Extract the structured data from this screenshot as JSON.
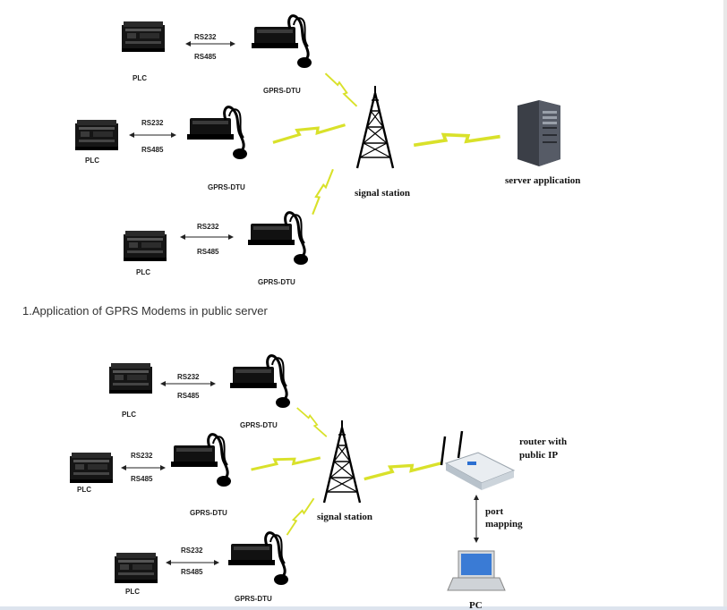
{
  "caption": "1.Application of GPRS Modems in public server",
  "labels": {
    "plc": "PLC",
    "dtu": "GPRS-DTU",
    "rs232": "RS232",
    "rs485": "RS485",
    "signal_station": "signal station",
    "server_application": "server application",
    "router_line1": "router with",
    "router_line2": "public IP",
    "port_line1": "port",
    "port_line2": "mapping",
    "pc": "PC"
  },
  "colors": {
    "signal": "#d9e12a",
    "device": "#1a1a1a",
    "server": "#3b3f47"
  }
}
